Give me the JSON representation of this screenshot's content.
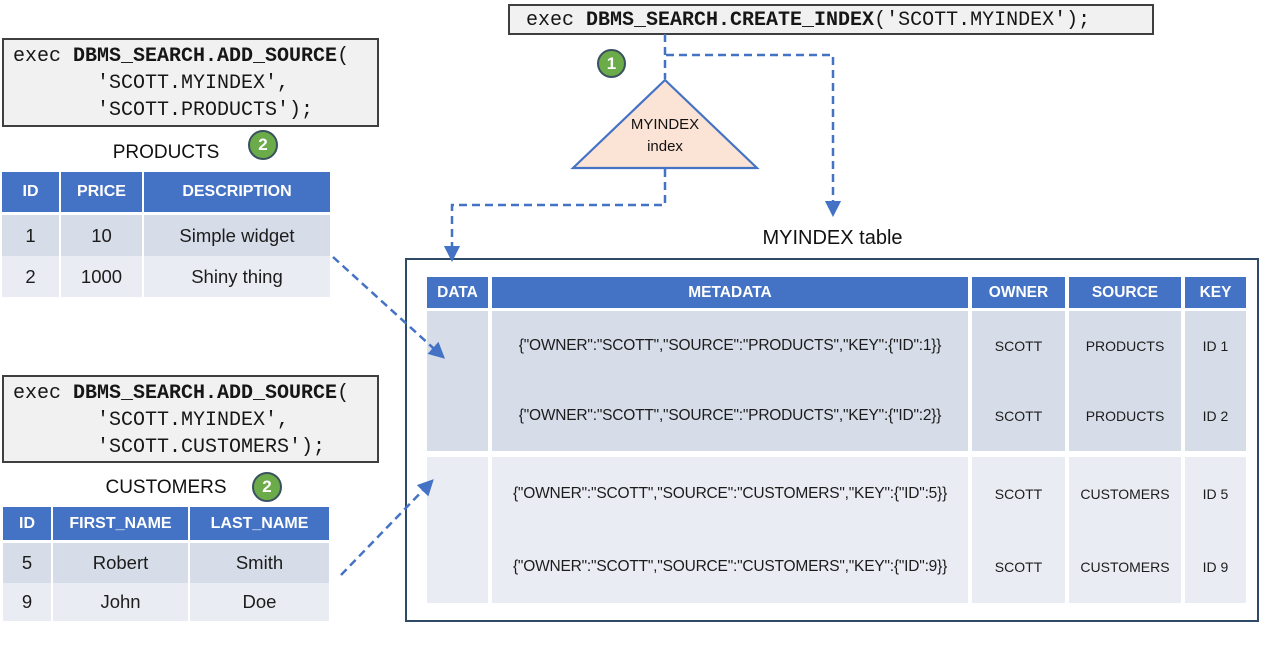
{
  "colors": {
    "accent_blue": "#4472C4",
    "band_dark": "#D6DCE8",
    "band_light": "#EAECF4",
    "code_background": "#F1F1F1",
    "triangle_fill": "#FBE3D5",
    "badge_green": "#6CAB49",
    "connector_blue": "#4472C4",
    "outer_box_border": "#2F4A66"
  },
  "code": {
    "create_index": {
      "kw": "exec ",
      "fn": "DBMS_SEARCH.CREATE_INDEX",
      "args": "('SCOTT.MYINDEX');"
    },
    "add_source_products": {
      "kw": "exec ",
      "fn": "DBMS_SEARCH.ADD_SOURCE",
      "args": "(",
      "line2": "       'SCOTT.MYINDEX',",
      "line3": "       'SCOTT.PRODUCTS');"
    },
    "add_source_customers": {
      "kw": "exec ",
      "fn": "DBMS_SEARCH.ADD_SOURCE",
      "args": "(",
      "line2": "       'SCOTT.MYINDEX',",
      "line3": "       'SCOTT.CUSTOMERS');"
    }
  },
  "badges": {
    "create_index_step": "1",
    "products_step": "2",
    "customers_step": "2"
  },
  "index_shape": {
    "line1": "MYINDEX",
    "line2": "index"
  },
  "products_table": {
    "title": "PRODUCTS",
    "headers": [
      "ID",
      "PRICE",
      "DESCRIPTION"
    ],
    "rows": [
      [
        "1",
        "10",
        "Simple widget"
      ],
      [
        "2",
        "1000",
        "Shiny thing"
      ]
    ]
  },
  "customers_table": {
    "title": "CUSTOMERS",
    "headers": [
      "ID",
      "FIRST_NAME",
      "LAST_NAME"
    ],
    "rows": [
      [
        "5",
        "Robert",
        "Smith"
      ],
      [
        "9",
        "John",
        "Doe"
      ]
    ]
  },
  "myindex_table": {
    "title": "MYINDEX table",
    "headers": [
      "DATA",
      "METADATA",
      "OWNER",
      "SOURCE",
      "KEY"
    ],
    "rows": [
      {
        "metadata": "{\"OWNER\":\"SCOTT\",\"SOURCE\":\"PRODUCTS\",\"KEY\":{\"ID\":1}}",
        "owner": "SCOTT",
        "source": "PRODUCTS",
        "key": "ID 1"
      },
      {
        "metadata": "{\"OWNER\":\"SCOTT\",\"SOURCE\":\"PRODUCTS\",\"KEY\":{\"ID\":2}}",
        "owner": "SCOTT",
        "source": "PRODUCTS",
        "key": "ID 2"
      },
      {
        "metadata": "{\"OWNER\":\"SCOTT\",\"SOURCE\":\"CUSTOMERS\",\"KEY\":{\"ID\":5}}",
        "owner": "SCOTT",
        "source": "CUSTOMERS",
        "key": "ID 5"
      },
      {
        "metadata": "{\"OWNER\":\"SCOTT\",\"SOURCE\":\"CUSTOMERS\",\"KEY\":{\"ID\":9}}",
        "owner": "SCOTT",
        "source": "CUSTOMERS",
        "key": "ID 9"
      }
    ]
  }
}
